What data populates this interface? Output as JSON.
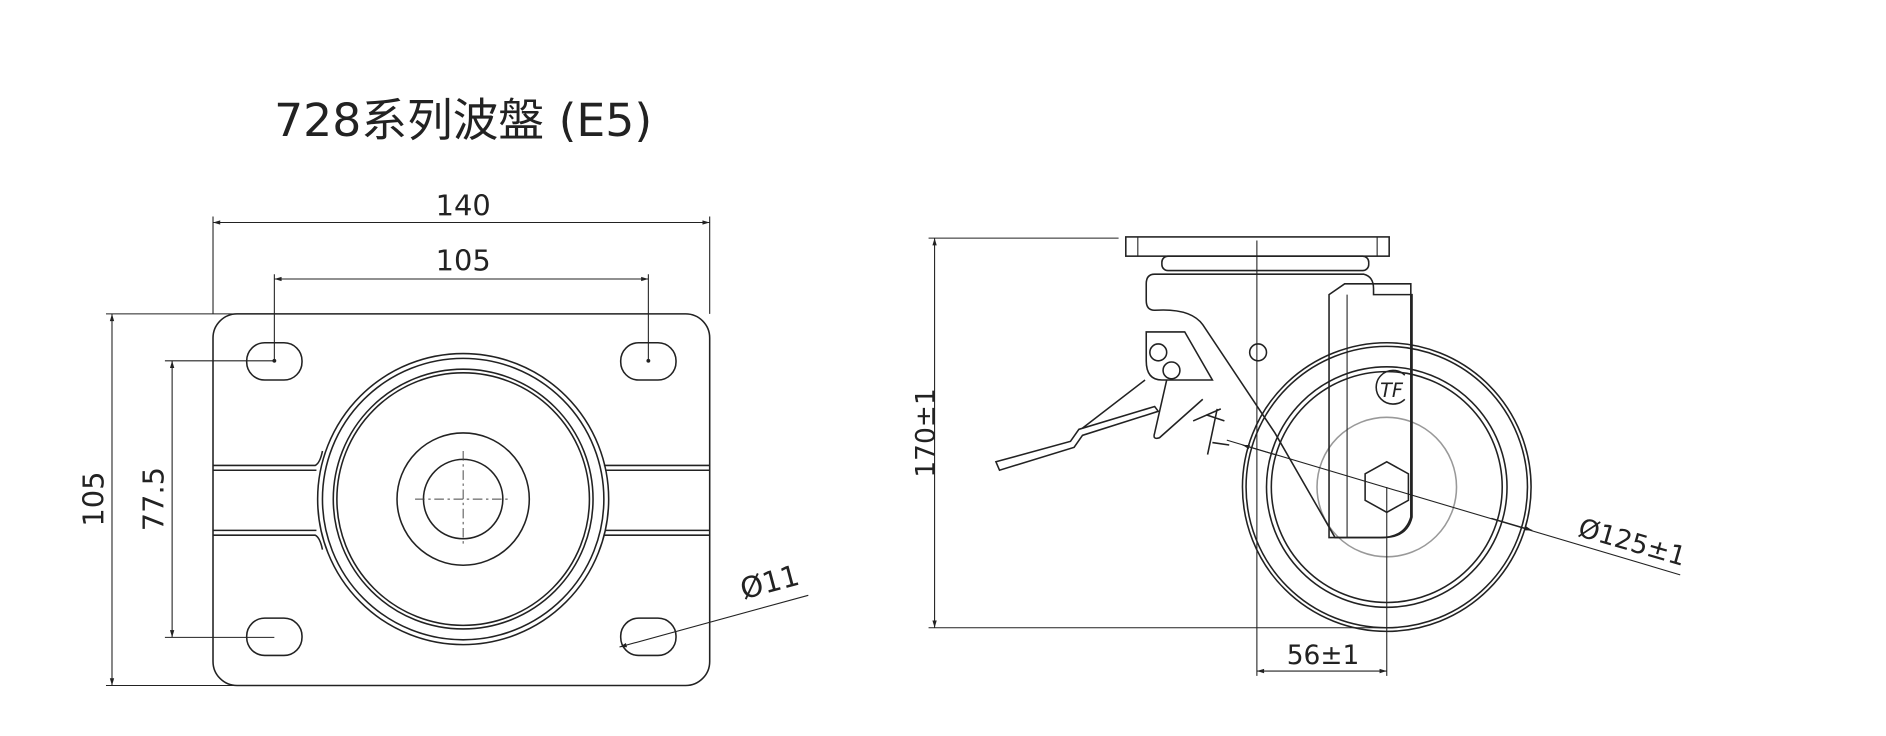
{
  "title": "728系列波盤 (E5)",
  "plate_view": {
    "dim_width": "140",
    "dim_hole_spacing_x": "105",
    "dim_height": "105",
    "dim_hole_spacing_y": "77.5",
    "dim_hole_diameter": "Ø11"
  },
  "side_view": {
    "dim_overall_height": "170±1",
    "dim_offset": "56±1",
    "dim_wheel_diameter": "Ø125±1",
    "logo_text": "TF"
  }
}
